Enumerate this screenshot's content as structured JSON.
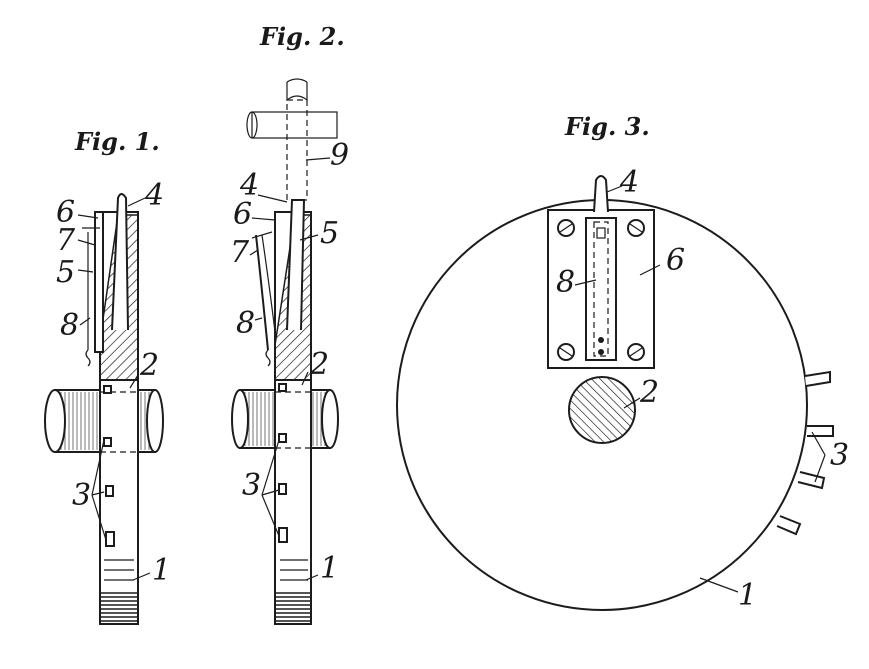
{
  "figures": {
    "fig1": {
      "title": "Fig. 1.",
      "labels": {
        "l1": "1",
        "l2": "2",
        "l3": "3",
        "l4": "4",
        "l5": "5",
        "l6": "6",
        "l7": "7",
        "l8": "8"
      }
    },
    "fig2": {
      "title": "Fig. 2.",
      "labels": {
        "l1": "1",
        "l2": "2",
        "l3": "3",
        "l4": "4",
        "l5": "5",
        "l6": "6",
        "l7": "7",
        "l8": "8",
        "l9": "9"
      }
    },
    "fig3": {
      "title": "Fig. 3.",
      "labels": {
        "l1": "1",
        "l2": "2",
        "l3": "3",
        "l4": "4",
        "l6": "6",
        "l8": "8"
      }
    }
  },
  "colors": {
    "ink": "#1c1c1c",
    "paper": "#ffffff"
  }
}
